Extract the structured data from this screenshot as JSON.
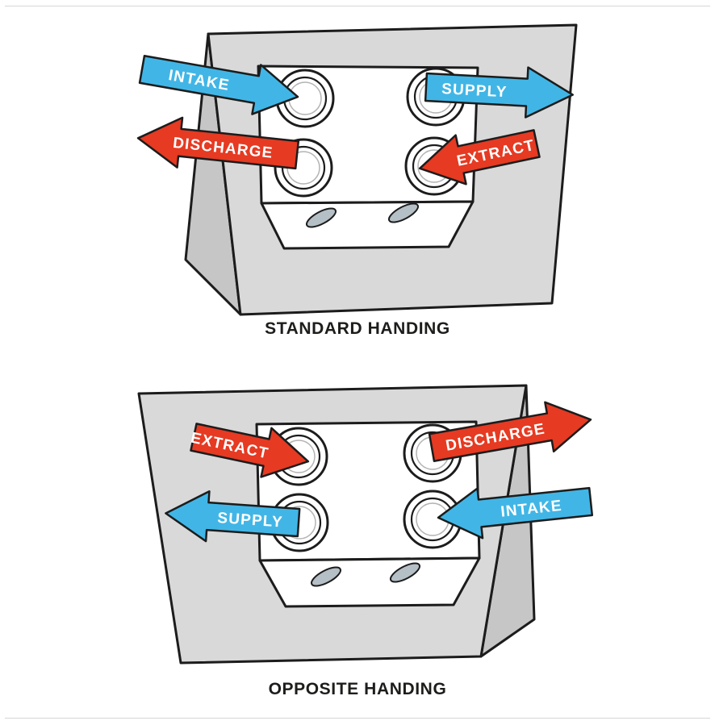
{
  "colors": {
    "arrow_blue": "#41b6e6",
    "arrow_red": "#e63a22",
    "slab_gray": "#d9d9d9",
    "slab_edge_gray": "#c6c6c6",
    "unit_white": "#ffffff",
    "outline": "#1c1c1c",
    "label_text": "#ffffff",
    "caption_text": "#1d1d1b",
    "latch_fill": "#b4c0c6"
  },
  "figures": [
    {
      "caption": "STANDARD HANDING",
      "arrows": {
        "top_left": {
          "label": "INTAKE",
          "color": "blue",
          "direction": "right"
        },
        "top_right": {
          "label": "SUPPLY",
          "color": "blue",
          "direction": "right"
        },
        "bottom_left": {
          "label": "DISCHARGE",
          "color": "red",
          "direction": "left"
        },
        "bottom_right": {
          "label": "EXTRACT",
          "color": "red",
          "direction": "left"
        }
      }
    },
    {
      "caption": "OPPOSITE HANDING",
      "arrows": {
        "top_left": {
          "label": "EXTRACT",
          "color": "red",
          "direction": "right"
        },
        "top_right": {
          "label": "DISCHARGE",
          "color": "red",
          "direction": "right"
        },
        "bottom_left": {
          "label": "SUPPLY",
          "color": "blue",
          "direction": "left"
        },
        "bottom_right": {
          "label": "INTAKE",
          "color": "blue",
          "direction": "left"
        }
      }
    }
  ]
}
